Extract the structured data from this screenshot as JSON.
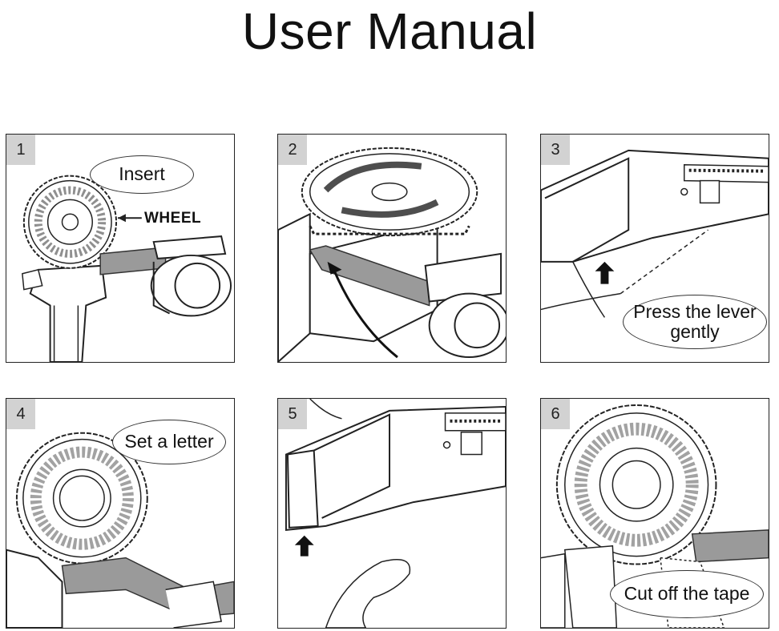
{
  "title": "User Manual",
  "steps": [
    {
      "number": "1",
      "callout": "Insert",
      "label": "WHEEL"
    },
    {
      "number": "2"
    },
    {
      "number": "3",
      "callout_line1": "Press the lever",
      "callout_line2": "gently"
    },
    {
      "number": "4",
      "callout": "Set a letter"
    },
    {
      "number": "5"
    },
    {
      "number": "6",
      "callout": "Cut off the tape"
    }
  ],
  "colors": {
    "panel_border": "#222222",
    "number_tab": "#d2d2d2",
    "tape": "#9a9a9a"
  }
}
